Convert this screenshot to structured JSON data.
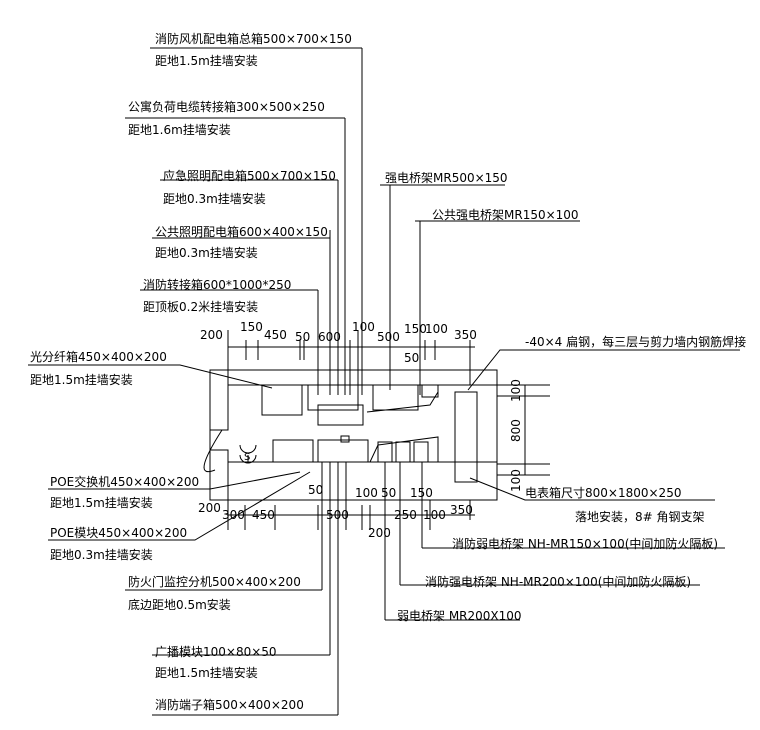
{
  "top_labels": {
    "fan_box": {
      "name": "消防风机配电箱总箱500×700×150",
      "install": "距地1.5m挂墙安装"
    },
    "apartment_box": {
      "name": "公寓负荷电缆转接箱300×500×250",
      "install": "距地1.6m挂墙安装"
    },
    "emergency_box": {
      "name": "应急照明配电箱500×700×150",
      "install": "距地0.3m挂墙安装"
    },
    "public_light_box": {
      "name": "公共照明配电箱600×400×150",
      "install": "距地0.3m挂墙安装"
    },
    "fire_transfer_box": {
      "name": "消防转接箱600*1000*250",
      "install": "距顶板0.2米挂墙安装"
    },
    "strong_tray": "强电桥架MR500×150",
    "public_strong_tray": "公共强电桥架MR150×100",
    "flat_steel": "-40×4 扁钢，每三层与剪力墙内钢筋焊接"
  },
  "left_labels": {
    "fiber_box": {
      "name": "光分纤箱450×400×200",
      "install": "距地1.5m挂墙安装"
    },
    "poe_switch": {
      "name": "POE交换机450×400×200",
      "install": "距地1.5m挂墙安装"
    },
    "poe_module": {
      "name": "POE模块450×400×200",
      "install": "距地0.3m挂墙安装"
    }
  },
  "right_labels": {
    "meter_box": {
      "name": "电表箱尺寸800×1800×250",
      "install": "落地安装，8# 角钢支架"
    }
  },
  "bottom_labels": {
    "fire_weak_tray": "消防弱电桥架 NH-MR150×100(中间加防火隔板)",
    "fire_strong_tray": "消防强电桥架 NH-MR200×100(中间加防火隔板)",
    "weak_tray": "弱电桥架 MR200X100",
    "fire_door_unit": {
      "name": "防火门监控分机500×400×200",
      "install": "底边距地0.5m安装"
    },
    "broadcast_module": {
      "name": "广播模块100×80×50",
      "install": "距地1.5m挂墙安装"
    },
    "fire_terminal_box": {
      "name": "消防端子箱500×400×200"
    }
  },
  "dims_top": [
    "200",
    "150",
    "450",
    "50",
    "600",
    "100",
    "500",
    "150",
    "100",
    "350",
    "50"
  ],
  "dims_bottom": [
    "50",
    "100",
    "50",
    "150",
    "200",
    "300",
    "450",
    "500",
    "250",
    "100",
    "350",
    "200"
  ],
  "dims_right": [
    "100",
    "800",
    "100"
  ],
  "symbol_s": "S"
}
